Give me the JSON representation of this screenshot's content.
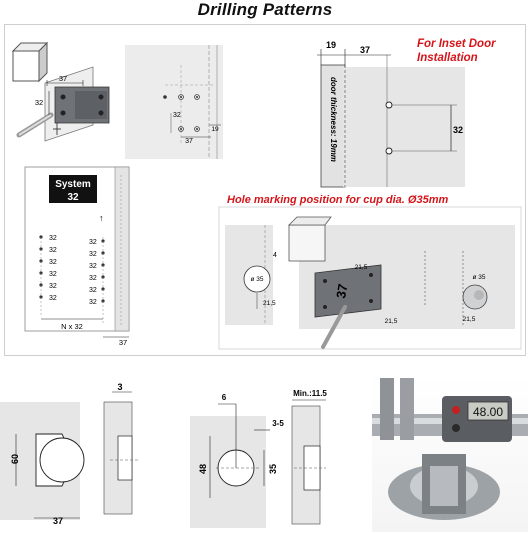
{
  "title": "Drilling Patterns",
  "notes": {
    "inset_line1": "For Inset  Door",
    "inset_line2": "Installation",
    "cup_marking": "Hole marking position for cup dia. Ø35mm"
  },
  "top_left": {
    "dim_37": "37",
    "dim_32": "32"
  },
  "top_middle": {
    "dim_37": "37",
    "dim_32": "32",
    "dim_19": "19"
  },
  "inset_diagram": {
    "dim_19": "19",
    "dim_37": "37",
    "dim_32": "32",
    "door_thickness": "door thickness: 19mm"
  },
  "system32": {
    "logo_line1": "System",
    "logo_line2": "32",
    "left_column": [
      "32",
      "32",
      "32",
      "32",
      "32",
      "32"
    ],
    "right_column": [
      "32",
      "32",
      "32",
      "32",
      "32",
      "32"
    ],
    "n_label": "N x 32",
    "dim_37": "37"
  },
  "cup_marking": {
    "dim_4": "4",
    "dim_215a": "21,5",
    "dim_35a": "ø 35",
    "dim_37": "37",
    "dim_215b": "21,5",
    "dim_215c": "21,5",
    "dim_35b": "ø 35",
    "dim_215d": "21,5"
  },
  "bottom": {
    "b1_60": "60",
    "b1_37": "37",
    "b2_3": "3",
    "b3_6": "6",
    "b3_35range": "3-5",
    "b3_48": "48",
    "b3_35": "35",
    "b4_min": "Min.:11.5"
  },
  "caliper": {
    "reading": "48.00"
  },
  "colors": {
    "accent_red": "#d4161b",
    "panel_gray": "#e6e6e6",
    "hinge_plate": "#6f7378"
  }
}
